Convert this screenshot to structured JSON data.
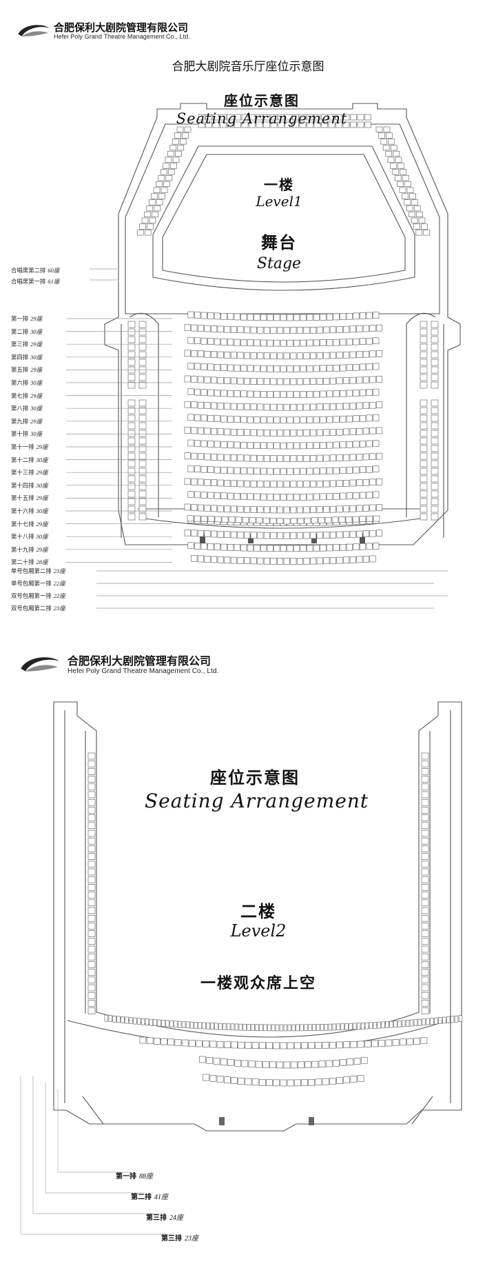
{
  "company": {
    "name_cn": "合肥保利大剧院管理有限公司",
    "name_en": "Hefei Poly Grand Theatre Management Co., Ltd."
  },
  "page_title": "合肥大剧院音乐厅座位示意图",
  "level1": {
    "heading_cn": "座位示意图",
    "heading_en": "Seating Arrangement",
    "floor_cn": "一楼",
    "floor_en": "Level1",
    "stage_cn": "舞台",
    "stage_en": "Stage",
    "choir_labels": [
      {
        "name": "合唱席第二排",
        "count": "60座"
      },
      {
        "name": "合唱席第一排",
        "count": "61座"
      }
    ],
    "row_labels": [
      {
        "name": "第一排",
        "count": "29座"
      },
      {
        "name": "第二排",
        "count": "30座"
      },
      {
        "name": "第三排",
        "count": "29座"
      },
      {
        "name": "第四排",
        "count": "30座"
      },
      {
        "name": "第五排",
        "count": "29座"
      },
      {
        "name": "第六排",
        "count": "30座"
      },
      {
        "name": "第七排",
        "count": "29座"
      },
      {
        "name": "第八排",
        "count": "30座"
      },
      {
        "name": "第九排",
        "count": "29座"
      },
      {
        "name": "第十排",
        "count": "30座"
      },
      {
        "name": "第十一排",
        "count": "29座"
      },
      {
        "name": "第十二排",
        "count": "30座"
      },
      {
        "name": "第十三排",
        "count": "29座"
      },
      {
        "name": "第十四排",
        "count": "30座"
      },
      {
        "name": "第十五排",
        "count": "29座"
      },
      {
        "name": "第十六排",
        "count": "30座"
      },
      {
        "name": "第十七排",
        "count": "29座"
      },
      {
        "name": "第十八排",
        "count": "30座"
      },
      {
        "name": "第十九排",
        "count": "29座"
      },
      {
        "name": "第二十排",
        "count": "28座"
      }
    ],
    "box_labels": [
      {
        "name": "单号包厢第二排",
        "count": "23座"
      },
      {
        "name": "单号包厢第一排",
        "count": "22座"
      },
      {
        "name": "双号包厢第一排",
        "count": "22座"
      },
      {
        "name": "双号包厢第二排",
        "count": "23座"
      }
    ]
  },
  "level2": {
    "heading_cn": "座位示意图",
    "heading_en": "Seating Arrangement",
    "floor_cn": "二楼",
    "floor_en": "Level2",
    "note_cn": "一楼观众席上空",
    "row_labels": [
      {
        "name": "第一排",
        "count": "88座"
      },
      {
        "name": "第二排",
        "count": "41座"
      },
      {
        "name": "第三排",
        "count": "24座"
      },
      {
        "name": "第三排",
        "count": "23座"
      }
    ]
  },
  "colors": {
    "line": "#444444",
    "seat_fill": "#ffffff",
    "wall_fill": "#f2f2f2"
  }
}
